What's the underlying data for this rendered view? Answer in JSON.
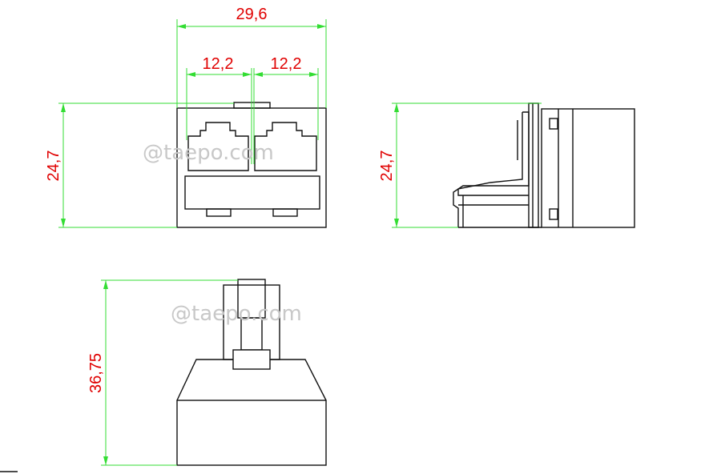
{
  "dimensions": {
    "front_width": "29,6",
    "port_left_width": "12,2",
    "port_right_width": "12,2",
    "front_height": "24,7",
    "side_height": "24,7",
    "top_height": "36,75"
  },
  "watermarks": {
    "front": "@taepo.com",
    "top": "@taepo.com"
  },
  "colors": {
    "dimension_lines": "#33dd33",
    "dimension_text": "#e00000",
    "outline": "#111111",
    "watermark": "#c8c8c8"
  }
}
